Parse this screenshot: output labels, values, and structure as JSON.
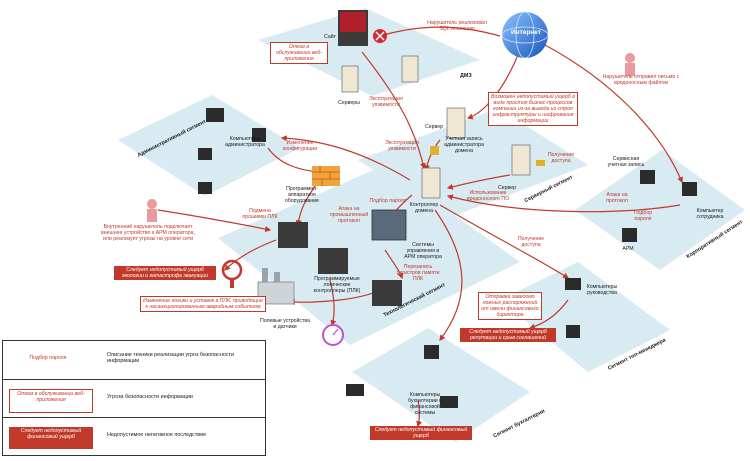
{
  "segments": {
    "admin": "Административный сегмент",
    "dmz": "ДМЗ",
    "server": "Серверный сегмент",
    "corporate": "Корпоративный сегмент",
    "tech": "Технологический сегмент",
    "management": "Сегмент топ-менеджера",
    "accounting": "Сегмент бухгалтерии"
  },
  "nodes": {
    "internet": "Интернет",
    "site": "Сайт",
    "servers": "Серверы",
    "server": "Сервер",
    "server2": "Сервер",
    "admin_pcs": "Компьютеры администратора",
    "firewall": "Программно-аппаратное оборудование",
    "domain_controller": "Контроллер домена",
    "arm_systems": "Системы управления и АРМ оператора",
    "plc": "Программируемые логические контроллеры (ПЛК)",
    "field_devices": "Полевые устройства и датчики",
    "employee_pc": "Компьютер сотрудника",
    "arm": "АРМ",
    "exec_pcs": "Компьютеры руководства",
    "accounting_pcs": "Компьютеры бухгалтерии и финансовой системы"
  },
  "threats": {
    "sql_injection": "Нарушитель реализовал SQL инъекцию",
    "phishing_email": "Нарушитель отправил письмо с вредоносным файлом",
    "exploit_vuln_1": "Эксплуатация уязвимости",
    "exploit_vuln_2": "Эксплуатация уязвимости",
    "account_hint": "Учетная запись администратора домена",
    "gain_access_1": "Получение доступа",
    "gain_access_2": "Получение доступа",
    "malware_use": "Использование вредоносного ПО",
    "config_change": "Изменение конфигурации",
    "industrial_attack": "Атака на промышленный протокол",
    "password_guess_1": "Подбор пароля",
    "password_guess_2": "Подбор пароля",
    "plc_firmware": "Подмена прошивки ПЛК",
    "insider": "Внутренний нарушитель подключает внешнее устройство к АРМ оператора, или реализует угрозы на уровне сети",
    "register_change": "Перезапись регистров памяти ПЛК",
    "logic_change": "Изменение логики и уставок в ПЛК, приводящие к несанкционированным аварийным событиям",
    "arm_attack": "Атака на протокол",
    "service_account": "Сервисная учетная запись"
  },
  "consequences": {
    "site_denial": "Отказ в обслуживании веб-приложения",
    "business_stop": "Возможен недопустимый ущерб в виде простоя бизнес-процессов компании из-за вывода из строя инфраструктуры и шифрования информации",
    "ecology_damage": "Следует недопустимый ущерб экологии и катастрофа эвакуации",
    "false_order": "Отправка заведомо ложных распоряжений от имени финансового директора",
    "reputation_damage": "Следует недопустимый ущерб репутации и срыв соглашений",
    "financial_damage": "Следует недопустимый финансовый ущерб"
  },
  "legend": {
    "sample_technique": "Подбор пароля",
    "desc_technique": "Описание техники реализации угроз безопасности информации",
    "sample_threat": "Отказ в обслуживании веб-приложения",
    "desc_threat": "Угроза безопасности информации",
    "sample_consequence": "Следует недопустимый финансовый ущерб",
    "desc_consequence": "Недопустимое негативное последствие"
  },
  "colors": {
    "segment_fill": "#d6eaf2",
    "attack_red": "#c0392b",
    "globe_blue": "#2f7bd6",
    "device_dark": "#2b2b2b"
  }
}
